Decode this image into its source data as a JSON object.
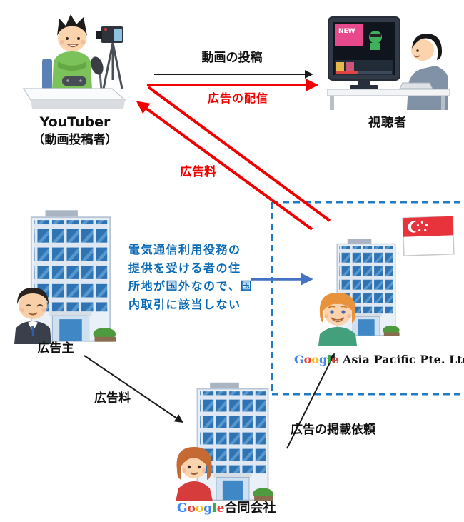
{
  "actors": {
    "youtuber": {
      "name": "YouTuber",
      "subtitle": "（動画投稿者）"
    },
    "viewer": {
      "name": "視聴者"
    },
    "advertiser": {
      "name": "広告主"
    },
    "google_ap": {
      "logo": [
        "G",
        "o",
        "o",
        "g",
        "l",
        "e"
      ],
      "suffix": " Asia Pacific Pte. Ltd."
    },
    "google_japan": {
      "logo": [
        "G",
        "o",
        "o",
        "g",
        "l",
        "e"
      ],
      "suffix": "合同会社"
    }
  },
  "flows": {
    "video_post": "動画の投稿",
    "ad_delivery": "広告の配信",
    "ad_fee_to_youtuber": "広告料",
    "ad_fee_from_advertiser": "広告料",
    "ad_placement_request": "広告の掲載依頼"
  },
  "note": {
    "text": "電気通信利用役務の\n提供を受ける者の住\n所地が国外なので、国\n内取引に該当しない"
  },
  "viewer_screen": {
    "badge": "NEW"
  },
  "colors": {
    "red_arrow": "#f00000",
    "black_arrow": "#1a1a1a",
    "blue_dashed_border": "#1e7bc4",
    "blue_arrow": "#4472c4",
    "note_text": "#0a6ab5",
    "google_blue": "#4285f4",
    "google_red": "#ea4335",
    "google_yellow": "#fbbc05",
    "google_green": "#34a853",
    "singapore_flag_red": "#e8323c",
    "building_window_blue": "#2e74b5"
  }
}
